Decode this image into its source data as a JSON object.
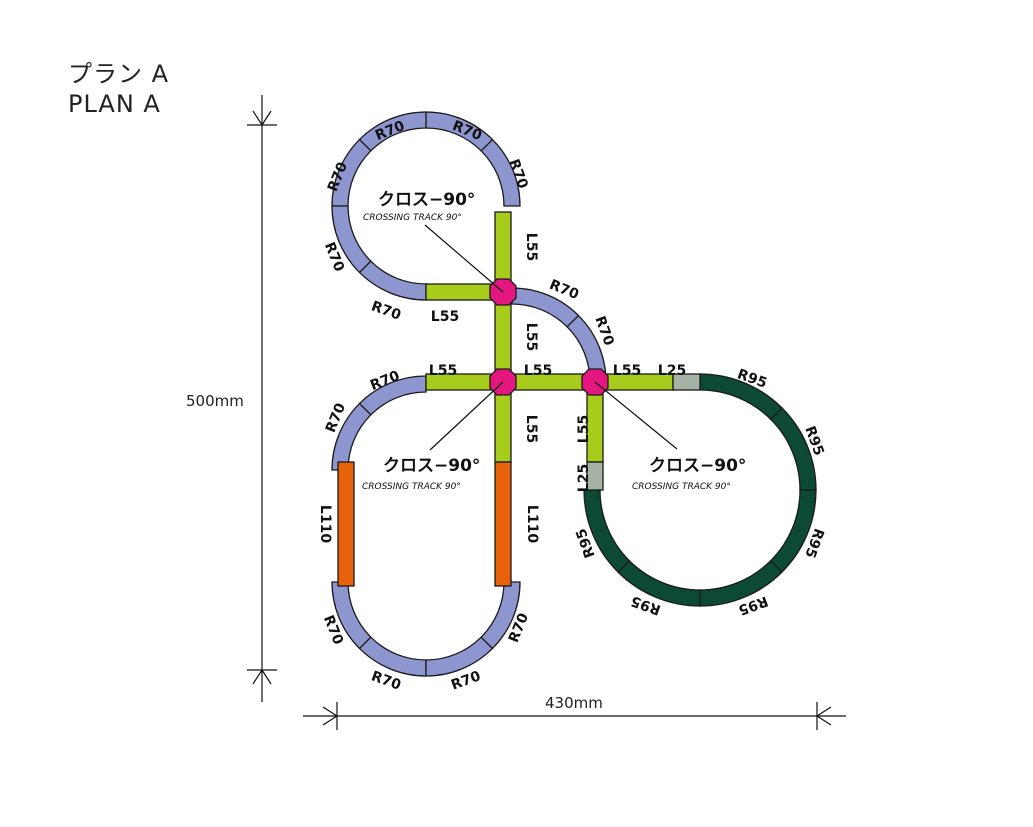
{
  "plan": {
    "title_ja": "プラン A",
    "title_en": "PLAN A"
  },
  "dimensions": {
    "height": "500mm",
    "width": "430mm"
  },
  "crossing": {
    "name": "クロス−90°",
    "subtitle": "CROSSING TRACK 90°"
  },
  "colors": {
    "r70": "#8d96cf",
    "r95": "#0c4a36",
    "l55": "#a8cc1b",
    "l110": "#e8620c",
    "l25": "#a4b3a3",
    "cross": "#e4167f",
    "outline": "#1a1a1a"
  },
  "labels": {
    "r70": "R70",
    "r95": "R95",
    "l55": "L55",
    "l25": "L25",
    "l110": "L110"
  }
}
